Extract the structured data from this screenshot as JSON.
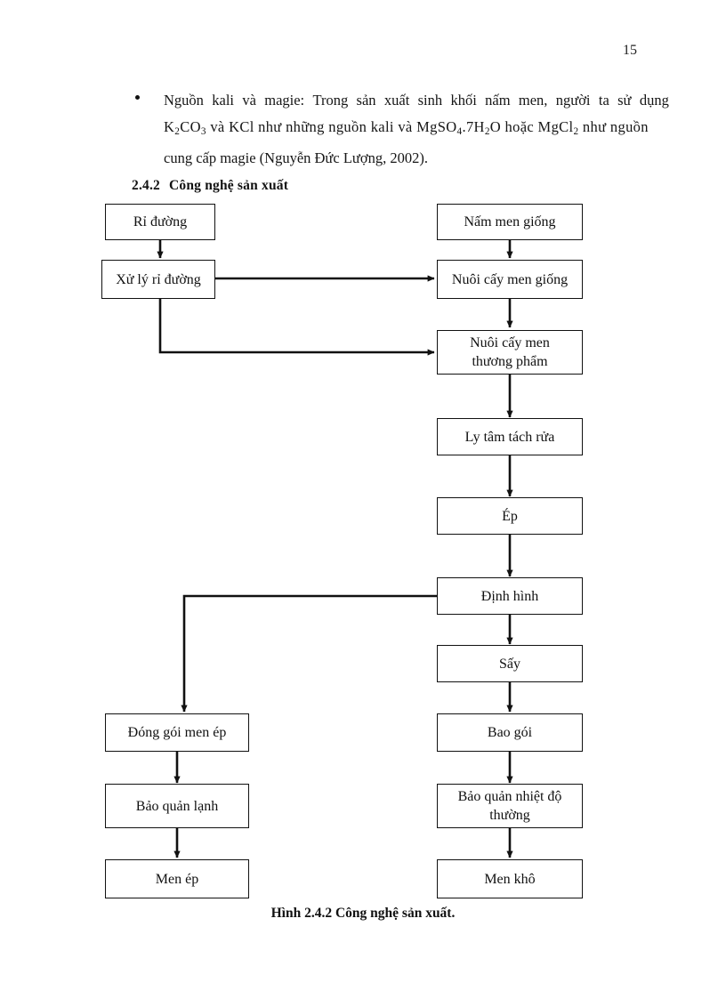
{
  "page": {
    "number": "15"
  },
  "body": {
    "bullet_lines": [
      [
        "Nguồn",
        "kali",
        "và",
        "magie:",
        "Trong",
        "sản",
        "xuất",
        "sinh",
        "khối",
        "nấm",
        "men,",
        "người",
        "ta",
        "sử",
        "dụng"
      ],
      null,
      null
    ],
    "line2_prefix": "K",
    "line2_sub1": "2",
    "line2_mid1": "CO",
    "line2_sub2": "3",
    "line2_mid2": " và KCl như những nguồn kali và MgSO",
    "line2_sub3": "4",
    "line2_mid3": ".7H",
    "line2_sub4": "2",
    "line2_mid4": "O hoặc MgCl",
    "line2_sub5": "2",
    "line2_tail": " như nguồn",
    "line3": "cung cấp magie (Nguyễn Đức Lượng, 2002)."
  },
  "heading": {
    "number": "2.4.2",
    "title": "Công nghệ sản xuất"
  },
  "caption": {
    "text": "Hình 2.4.2 Công nghệ sản xuất."
  },
  "flowchart": {
    "nodes": [
      {
        "id": "ri-duong",
        "label": "Rỉ đường"
      },
      {
        "id": "nam-men-giong",
        "label": "Nấm men giống"
      },
      {
        "id": "xu-ly-ri-duong",
        "label": "Xử lý rỉ đường"
      },
      {
        "id": "nuoi-cay-men-giong",
        "label": "Nuôi cấy men giống"
      },
      {
        "id": "nuoi-cay-men-tp",
        "label": "Nuôi cấy men\nthương phẩm"
      },
      {
        "id": "ly-tam-tach-rua",
        "label": "Ly tâm tách rửa"
      },
      {
        "id": "ep",
        "label": "Ép"
      },
      {
        "id": "dinh-hinh",
        "label": "Định hình"
      },
      {
        "id": "say",
        "label": "Sấy"
      },
      {
        "id": "dong-goi-men-ep",
        "label": "Đóng gói men ép"
      },
      {
        "id": "bao-goi",
        "label": "Bao gói"
      },
      {
        "id": "bao-quan-lanh",
        "label": "Bảo quản lạnh"
      },
      {
        "id": "bao-quan-nhiet-do",
        "label": "Bảo quản nhiệt độ\nthường"
      },
      {
        "id": "men-ep",
        "label": "Men ép"
      },
      {
        "id": "men-kho",
        "label": "Men khô"
      }
    ],
    "line_color": "#111111"
  }
}
